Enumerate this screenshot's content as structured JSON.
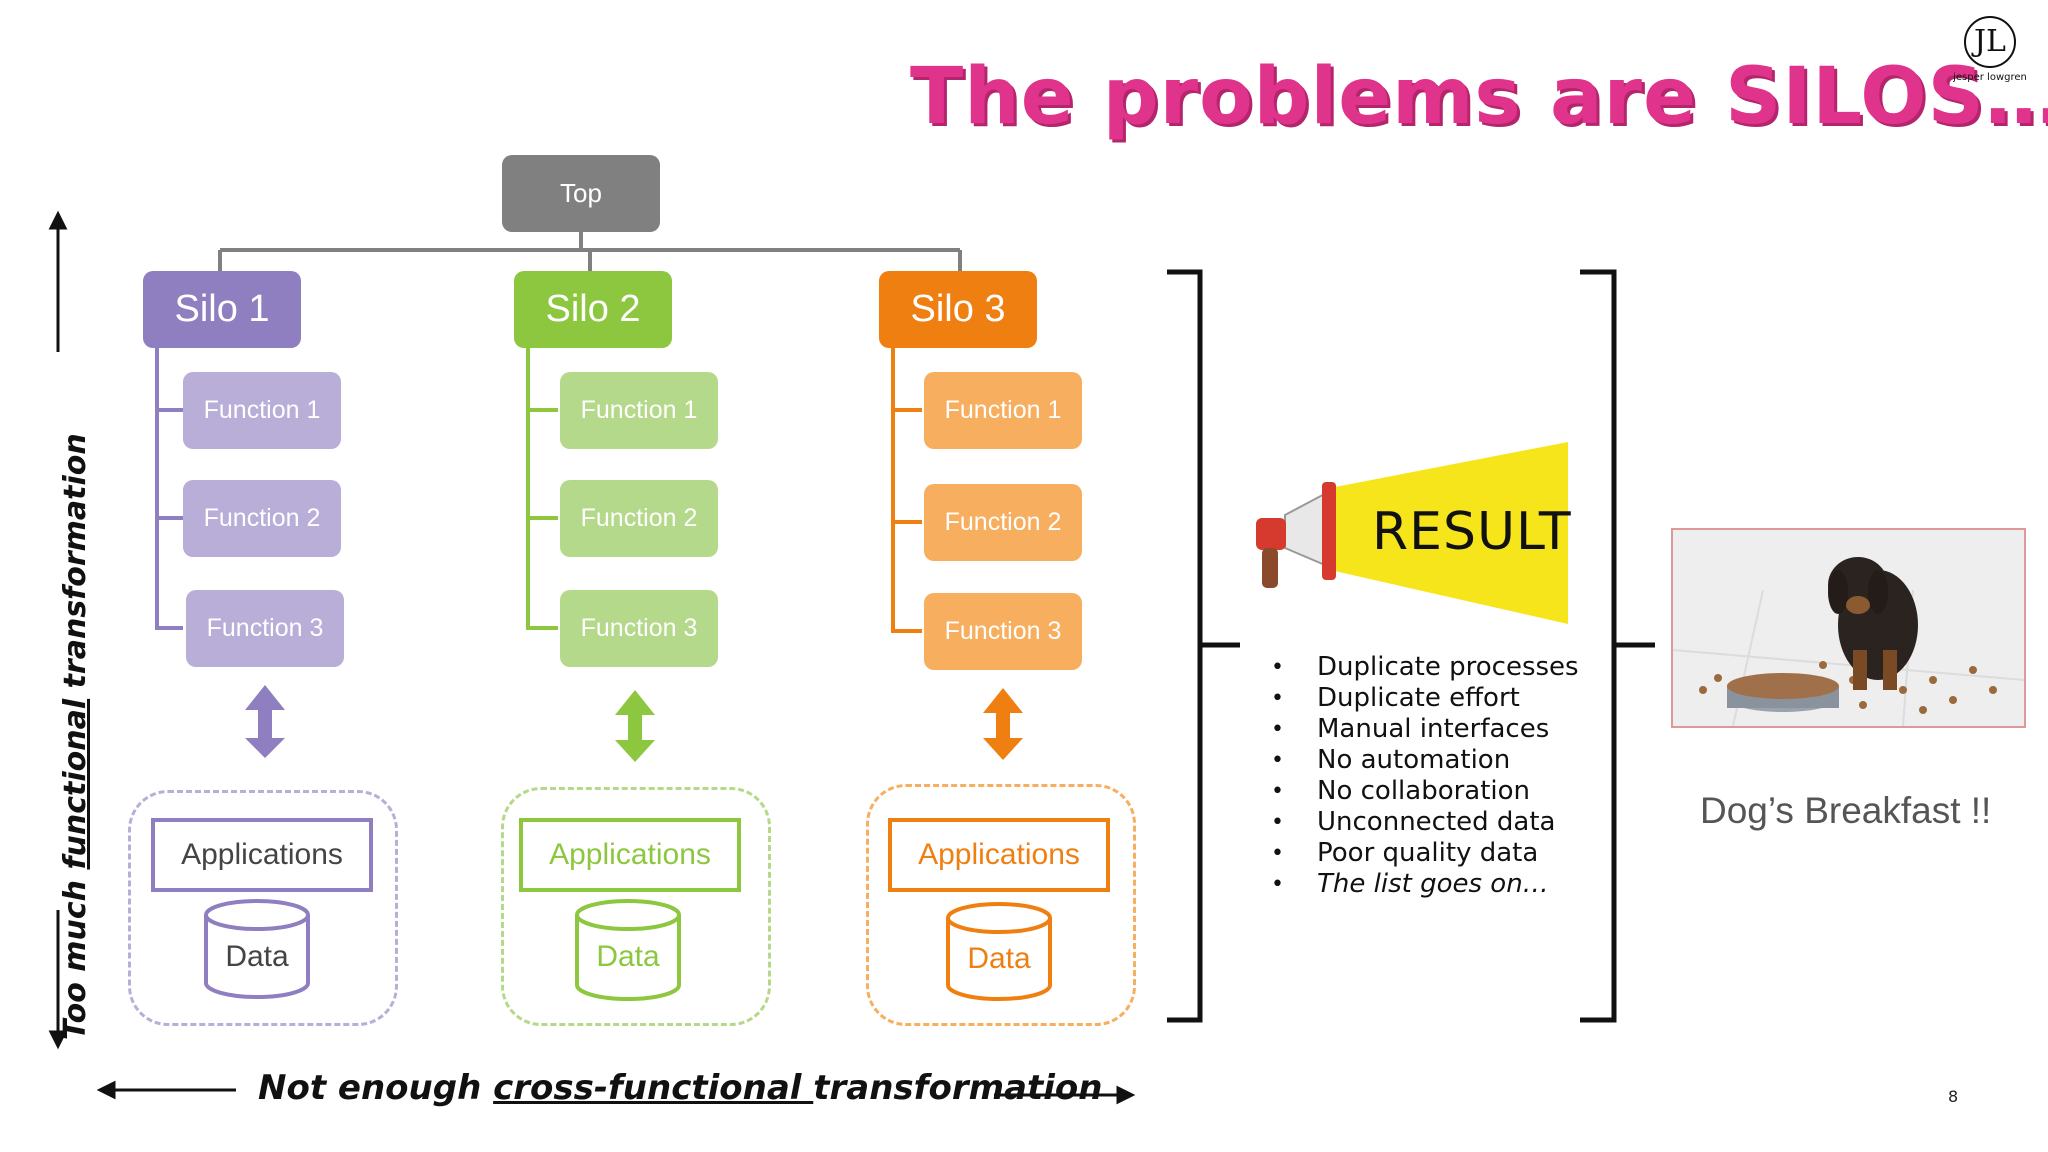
{
  "title": "The problems are SILOS…",
  "logo": {
    "mark": "JL",
    "name": "jesper lowgren"
  },
  "top_label": "Top",
  "silos": [
    {
      "label": "Silo 1",
      "functions": [
        "Function 1",
        "Function 2",
        "Function 3"
      ],
      "applications": "Applications",
      "data": "Data",
      "color": "#8f7fc0",
      "light": "#b8aed8"
    },
    {
      "label": "Silo 2",
      "functions": [
        "Function 1",
        "Function 2",
        "Function 3"
      ],
      "applications": "Applications",
      "data": "Data",
      "color": "#8dc63f",
      "light": "#b5d98a"
    },
    {
      "label": "Silo 3",
      "functions": [
        "Function 1",
        "Function 2",
        "Function 3"
      ],
      "applications": "Applications",
      "data": "Data",
      "color": "#f07f12",
      "light": "#f7ae5e"
    }
  ],
  "result_label": "RESULT",
  "results": [
    "Duplicate processes",
    "Duplicate effort",
    "Manual interfaces",
    "No automation",
    "No collaboration",
    "Unconnected data",
    "Poor quality data"
  ],
  "results_last": "The list goes on…",
  "dog_caption": "Dog’s Breakfast !!",
  "bottom_label": {
    "before": "Not enough ",
    "underlined": "cross-functional ",
    "after": "transformation"
  },
  "side_label": {
    "before": "Too much ",
    "underlined": "functional",
    "after": " transformation"
  },
  "page_number": "8"
}
